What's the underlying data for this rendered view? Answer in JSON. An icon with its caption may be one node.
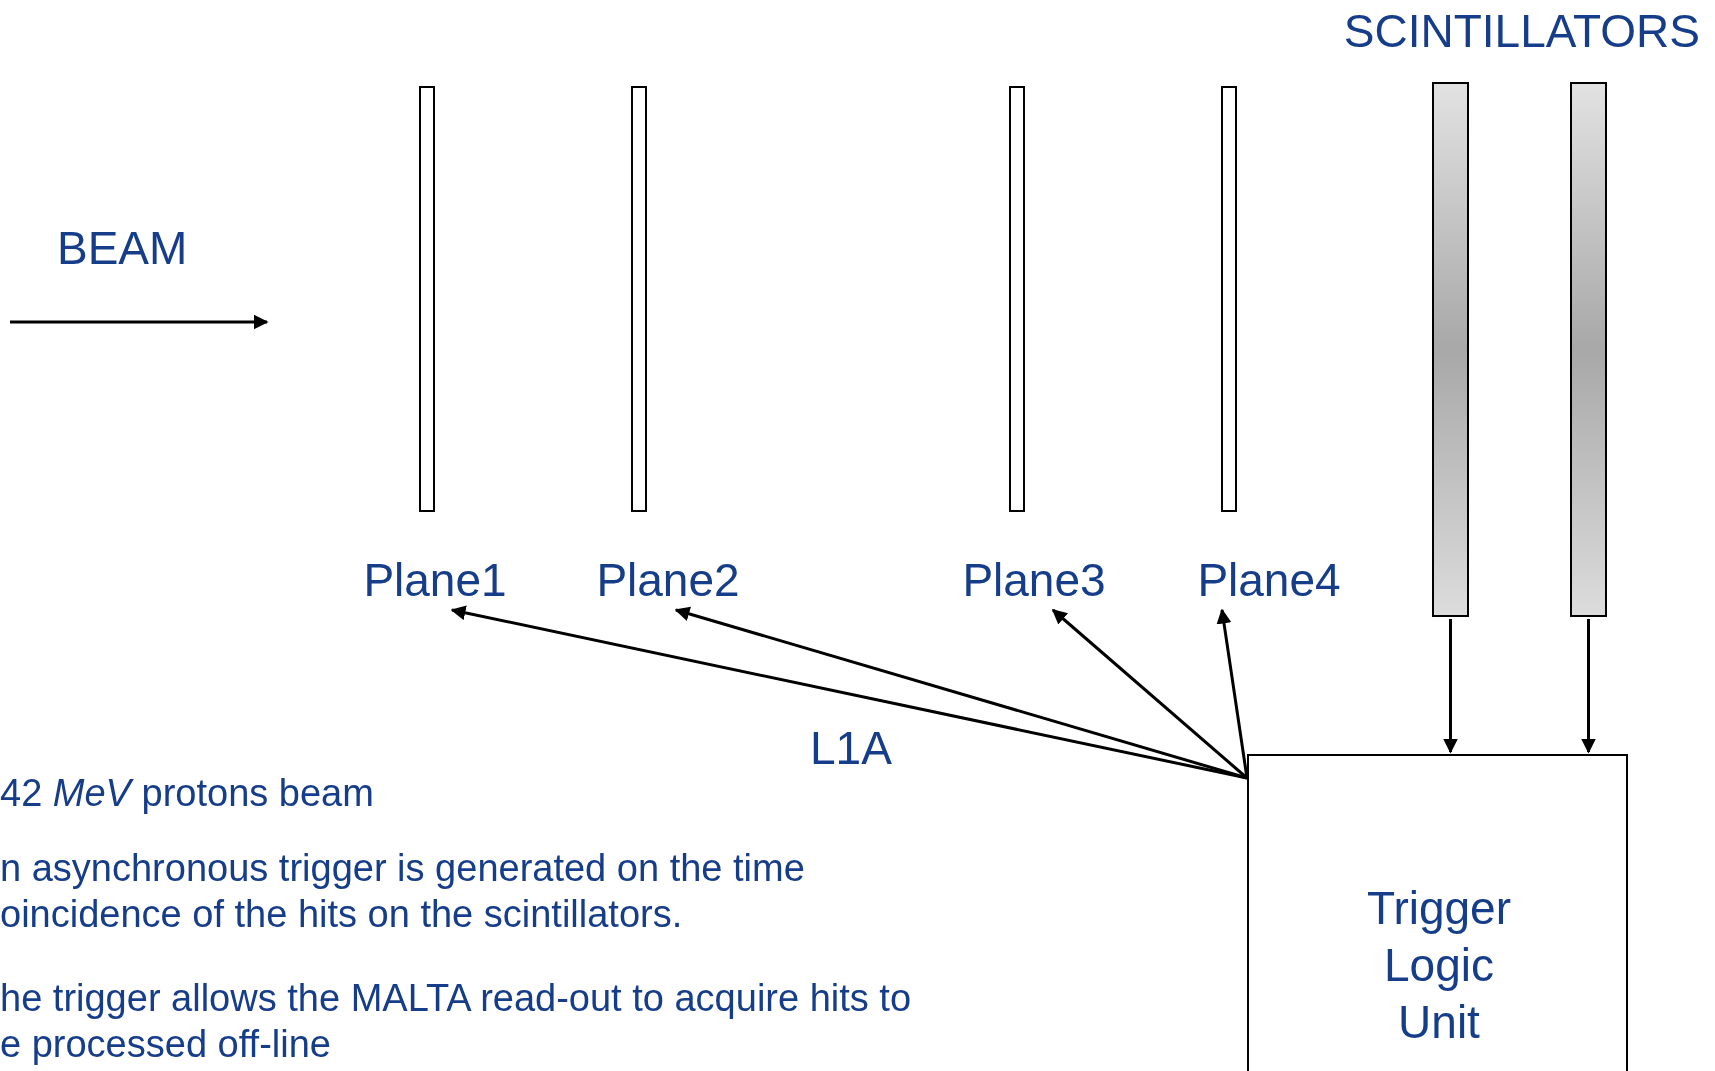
{
  "diagram": {
    "nodes": [
      {
        "text": [
          "Plane1"
        ]
      },
      {
        "text": [
          "Plane2"
        ]
      },
      {
        "text": [
          "Plane3"
        ]
      },
      {
        "text": [
          "Plane4"
        ]
      },
      {
        "text": [],
        "shape": "bar"
      },
      {
        "text": [],
        "shape": "bar"
      },
      {
        "text": [
          "Trigger Logic Unit"
        ]
      }
    ],
    "edges": [
      {
        "from": 6,
        "to": 0,
        "arrow": "to"
      },
      {
        "from": 6,
        "to": 1,
        "arrow": "to"
      },
      {
        "from": 6,
        "to": 2,
        "arrow": "to"
      },
      {
        "from": 6,
        "to": 3,
        "arrow": "to"
      },
      {
        "from": 4,
        "to": 6,
        "arrow": "to"
      },
      {
        "from": 5,
        "to": 6,
        "arrow": "to"
      }
    ],
    "labels": [
      "SCINTILLATORS",
      "BEAM",
      "L1A",
      "42 *MeV* protons beam",
      "n asynchronous trigger is generated on the time oincidence of the hits on the scintillators.",
      "he trigger allows the MALTA read-out to acquire hits to e processed off-line"
    ]
  }
}
